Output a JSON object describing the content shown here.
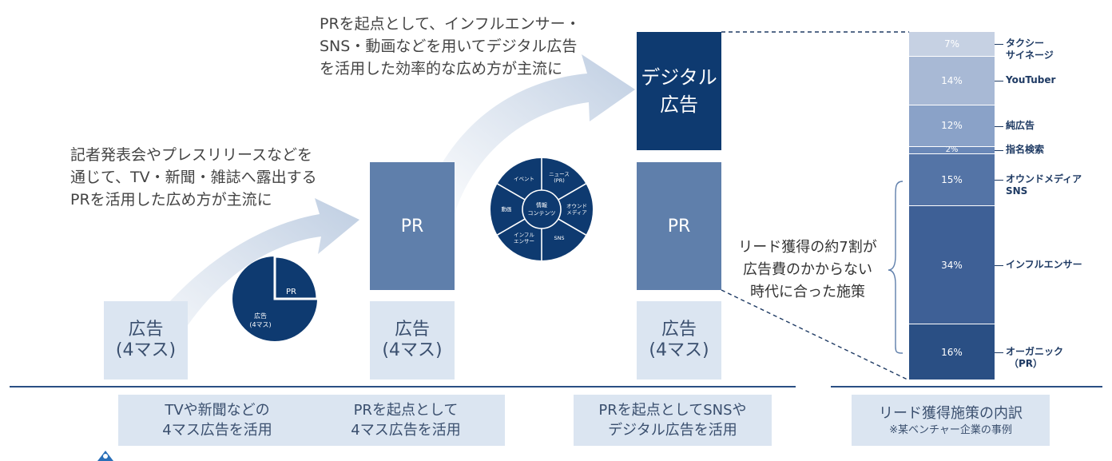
{
  "notes": {
    "stage2": [
      "記者発表会やプレスリリースなどを",
      "通じて、TV・新聞・雑誌へ露出する",
      "PRを活用した広め方が主流に"
    ],
    "stage3": [
      "PRを起点として、インフルエンサー・",
      "SNS・動画などを用いてデジタル広告",
      "を活用した効率的な広め方が主流に"
    ]
  },
  "blocks": {
    "ad": [
      "広告",
      "(4マス)"
    ],
    "pr": "PR",
    "digital": [
      "デジタル",
      "広告"
    ]
  },
  "pie": {
    "pr_label": "PR",
    "ad_label": [
      "広告",
      "(4マス)"
    ],
    "pr_share_percent": 25
  },
  "wheel": {
    "center": [
      "情報",
      "コンテンツ"
    ],
    "segments": [
      [
        "ニュース",
        "(PR)"
      ],
      [
        "オウンド",
        "メディア"
      ],
      [
        "SNS"
      ],
      [
        "インフル",
        "エンサー"
      ],
      [
        "動画"
      ],
      [
        "イベント"
      ]
    ]
  },
  "captions": {
    "stage1": [
      "TVや新聞などの",
      "4マス広告を活用"
    ],
    "stage2": [
      "PRを起点として",
      "4マス広告を活用"
    ],
    "stage3": [
      "PRを起点としてSNSや",
      "デジタル広告を活用"
    ],
    "breakdown": "リード獲得施策の内訳",
    "breakdown_note": "※某ベンチャー企業の事例"
  },
  "brace_note": [
    "リード獲得の約7割が",
    "広告費のかからない",
    "時代に合った施策"
  ],
  "chart_data": {
    "type": "bar",
    "stacked": true,
    "title": "リード獲得施策の内訳",
    "unit": "%",
    "segments_top_to_bottom": [
      {
        "name": "タクシーサイネージ",
        "label_lines": [
          "タクシー",
          "サイネージ"
        ],
        "value": 7,
        "color": "#c6d1e3"
      },
      {
        "name": "YouTuber",
        "label_lines": [
          "YouTuber"
        ],
        "value": 14,
        "color": "#a8b9d5"
      },
      {
        "name": "純広告",
        "label_lines": [
          "純広告"
        ],
        "value": 12,
        "color": "#8aa2c8"
      },
      {
        "name": "指名検索",
        "label_lines": [
          "指名検索"
        ],
        "value": 2,
        "color": "#6a88b8"
      },
      {
        "name": "オウンドメディア SNS",
        "label_lines": [
          "オウンドメディア",
          "SNS"
        ],
        "value": 15,
        "color": "#5474a6"
      },
      {
        "name": "インフルエンサー",
        "label_lines": [
          "インフルエンサー"
        ],
        "value": 34,
        "color": "#3e6096"
      },
      {
        "name": "オーガニック(PR)",
        "label_lines": [
          "オーガニック",
          "（PR）"
        ],
        "value": 16,
        "color": "#2a4f84"
      }
    ]
  }
}
